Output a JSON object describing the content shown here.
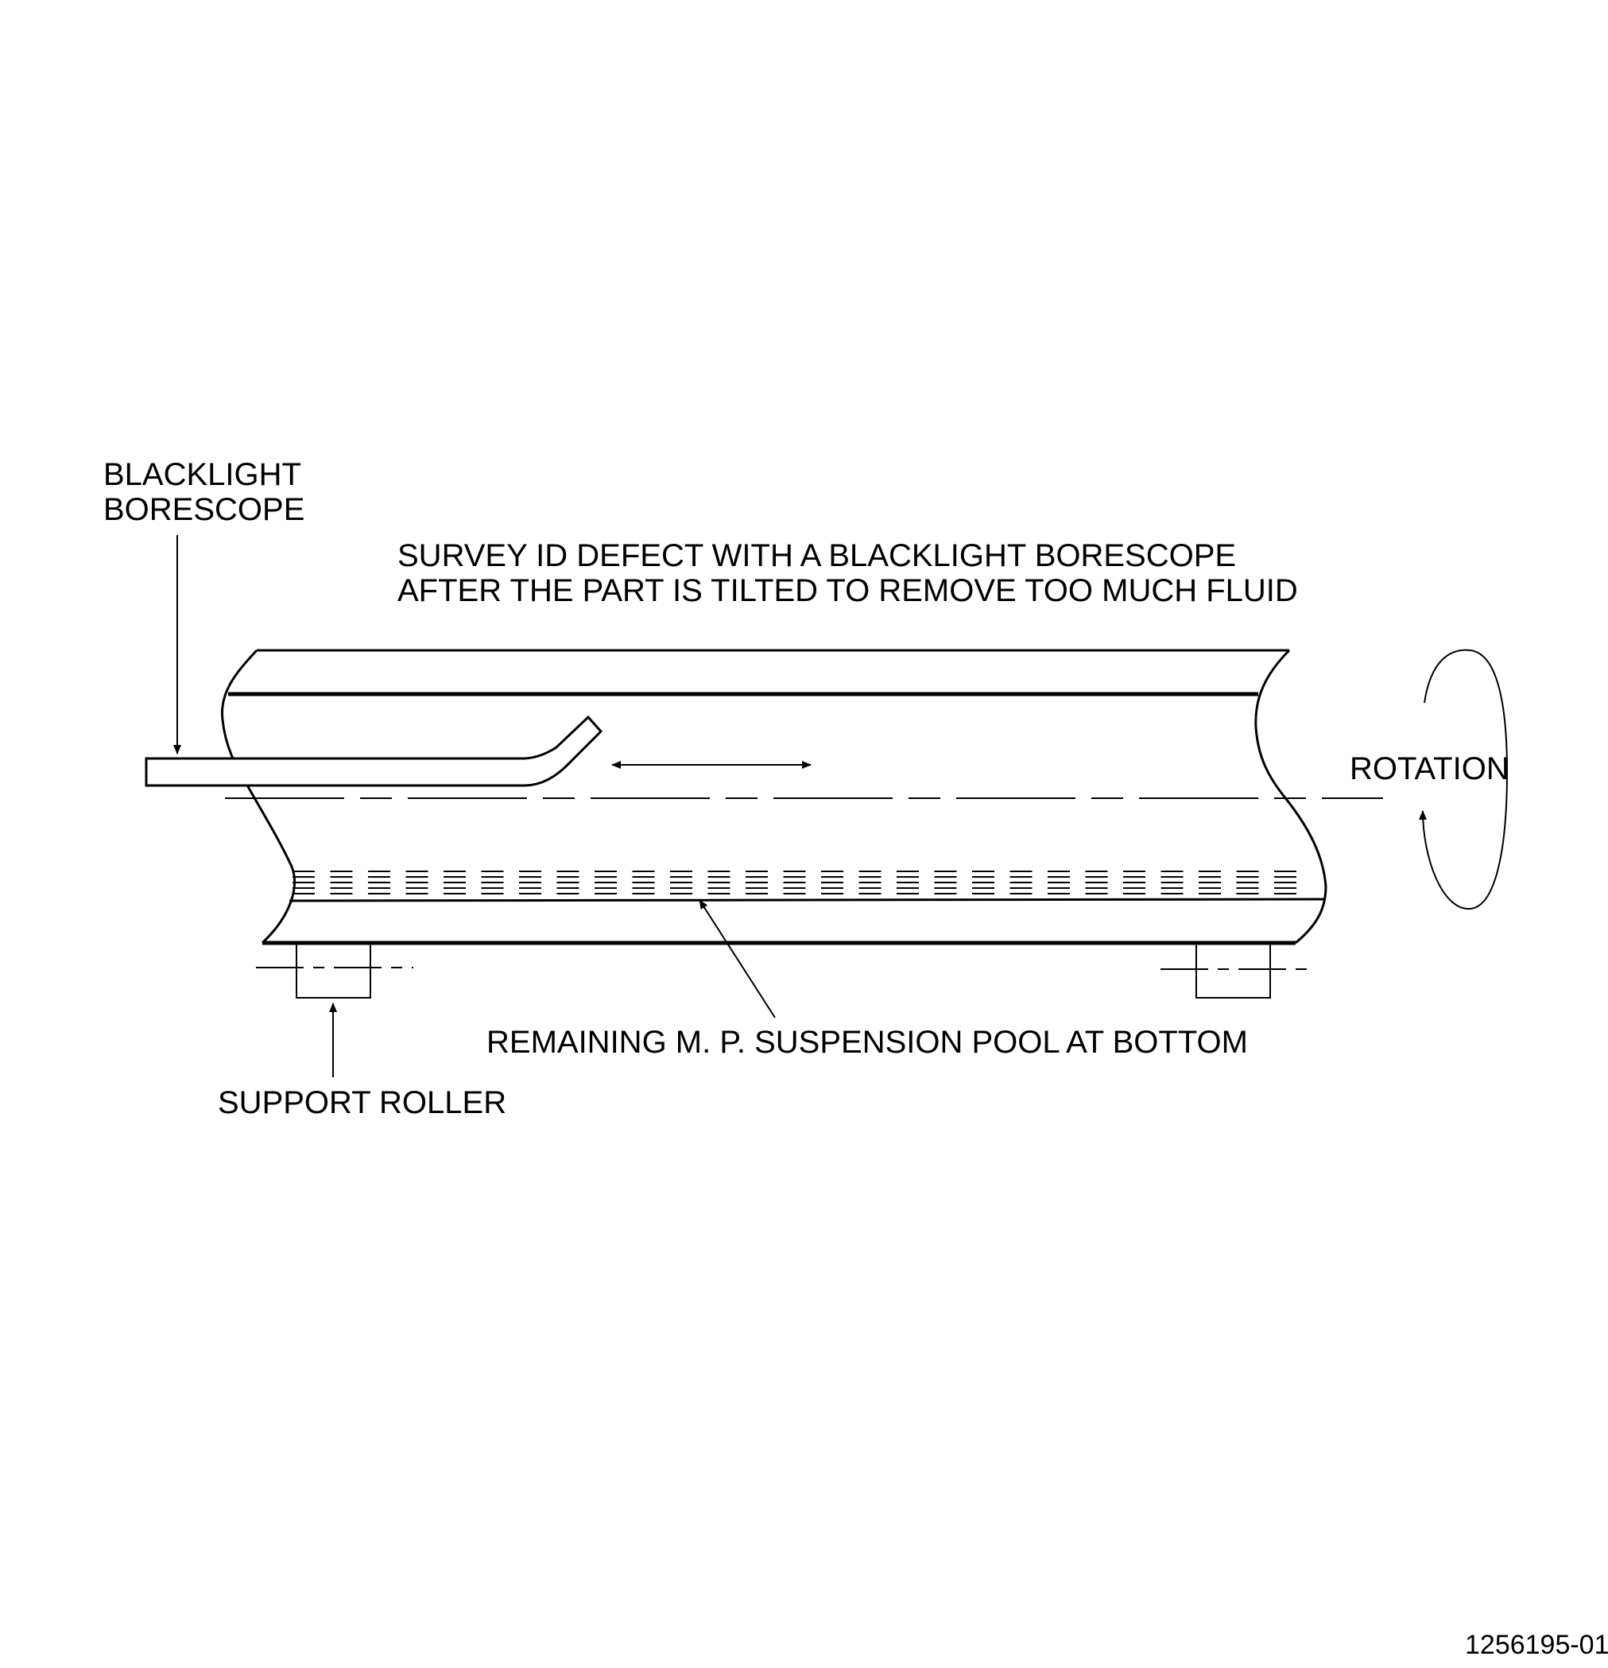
{
  "labels": {
    "blacklight_line1": "BLACKLIGHT",
    "blacklight_line2": "BORESCOPE",
    "survey_line1": "SURVEY ID DEFECT WITH A BLACKLIGHT BORESCOPE",
    "survey_line2": "AFTER THE PART IS TILTED TO REMOVE TOO MUCH FLUID",
    "rotation": "ROTATION",
    "remaining": "REMAINING M. P. SUSPENSION POOL AT BOTTOM",
    "support_roller": "SUPPORT ROLLER",
    "figure_number": "1256195-01"
  },
  "colors": {
    "ink": "#000000",
    "paper": "#ffffff"
  }
}
